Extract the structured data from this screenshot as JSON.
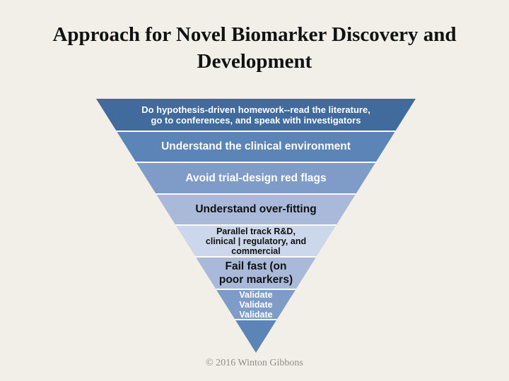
{
  "title": "Approach for Novel Biomarker Discovery and Development",
  "funnel": {
    "levels": [
      {
        "label": "Do hypothesis-driven homework--read the literature,\ngo to conferences, and speak with investigators",
        "bg": "#426b9d",
        "text_color": "#ffffff"
      },
      {
        "label": "Understand the clinical environment",
        "bg": "#5b85b7",
        "text_color": "#ffffff"
      },
      {
        "label": "Avoid trial-design red flags",
        "bg": "#7f9cc9",
        "text_color": "#ffffff"
      },
      {
        "label": "Understand over-fitting",
        "bg": "#a9b9da",
        "text_color": "#111111"
      },
      {
        "label": "Parallel track R&D,\nclinical | regulatory, and\ncommercial",
        "bg": "#cdd7eb",
        "text_color": "#111111"
      },
      {
        "label": "Fail fast (on\npoor markers)",
        "bg": "#a9b9da",
        "text_color": "#111111"
      },
      {
        "label": "Validate\nValidate\nValidate",
        "bg": "#7f9cc9",
        "text_color": "#ffffff"
      },
      {
        "label": "",
        "bg": "#5b85b7",
        "text_color": "#ffffff"
      }
    ],
    "gap_color": "#fcfbf8"
  },
  "footer": {
    "copyright": "© 2016 Winton Gibbons"
  }
}
